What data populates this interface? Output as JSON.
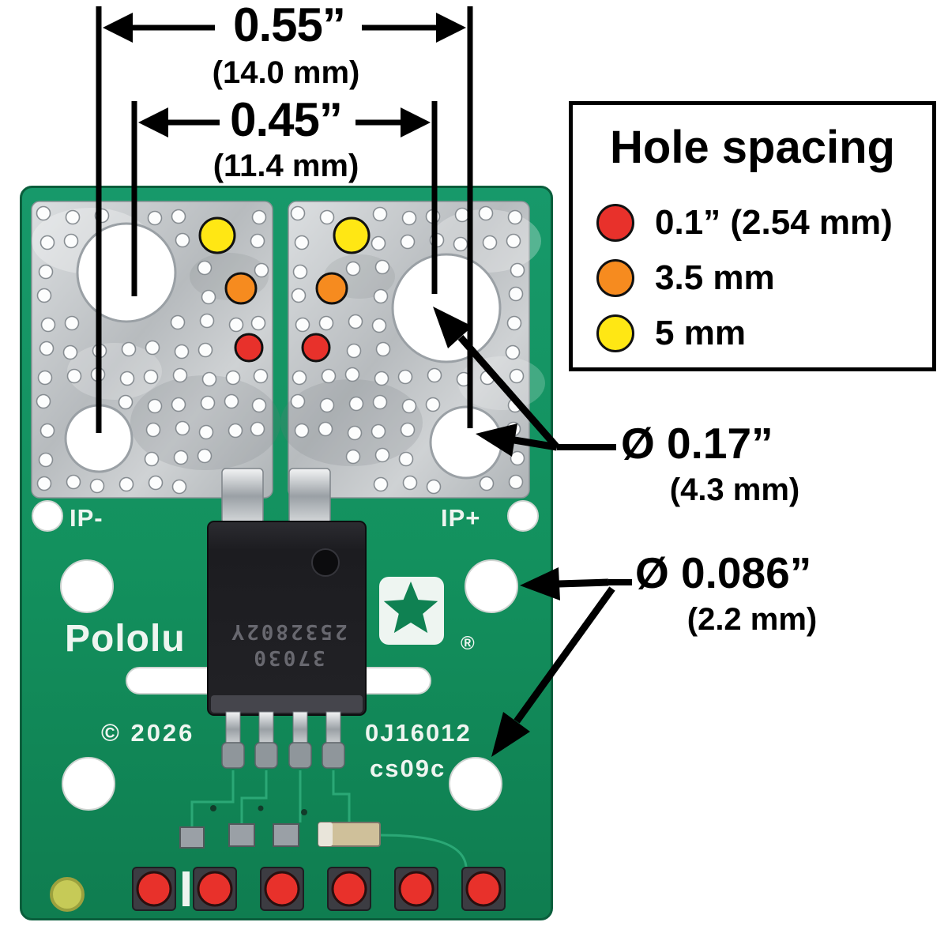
{
  "annotations": {
    "dim_outer": {
      "label": "0.55”",
      "metric": "(14.0 mm)"
    },
    "dim_inner": {
      "label": "0.45”",
      "metric": "(11.4 mm)"
    },
    "dia_large": {
      "label": "Ø 0.17”",
      "metric": "(4.3 mm)"
    },
    "dia_small": {
      "label": "Ø 0.086”",
      "metric": "(2.2 mm)"
    }
  },
  "legend": {
    "title": "Hole spacing",
    "items": [
      {
        "label": "0.1” (2.54 mm)",
        "color": "#e8312b"
      },
      {
        "label": "3.5 mm",
        "color": "#f68b1f"
      },
      {
        "label": "5 mm",
        "color": "#ffe714"
      }
    ]
  },
  "board": {
    "label_ip_minus": "IP-",
    "label_ip_plus": "IP+",
    "brand": "Pololu",
    "registered": "®",
    "copyright": "© 2026",
    "serial": "0J16012",
    "rev": "cs09c",
    "chip_marking_line1": "37030",
    "chip_marking_line2": "2532802Y",
    "colors": {
      "pcb": "#13915e",
      "red": "#e8312b",
      "orange": "#f68b1f",
      "yellow": "#ffe714"
    }
  }
}
